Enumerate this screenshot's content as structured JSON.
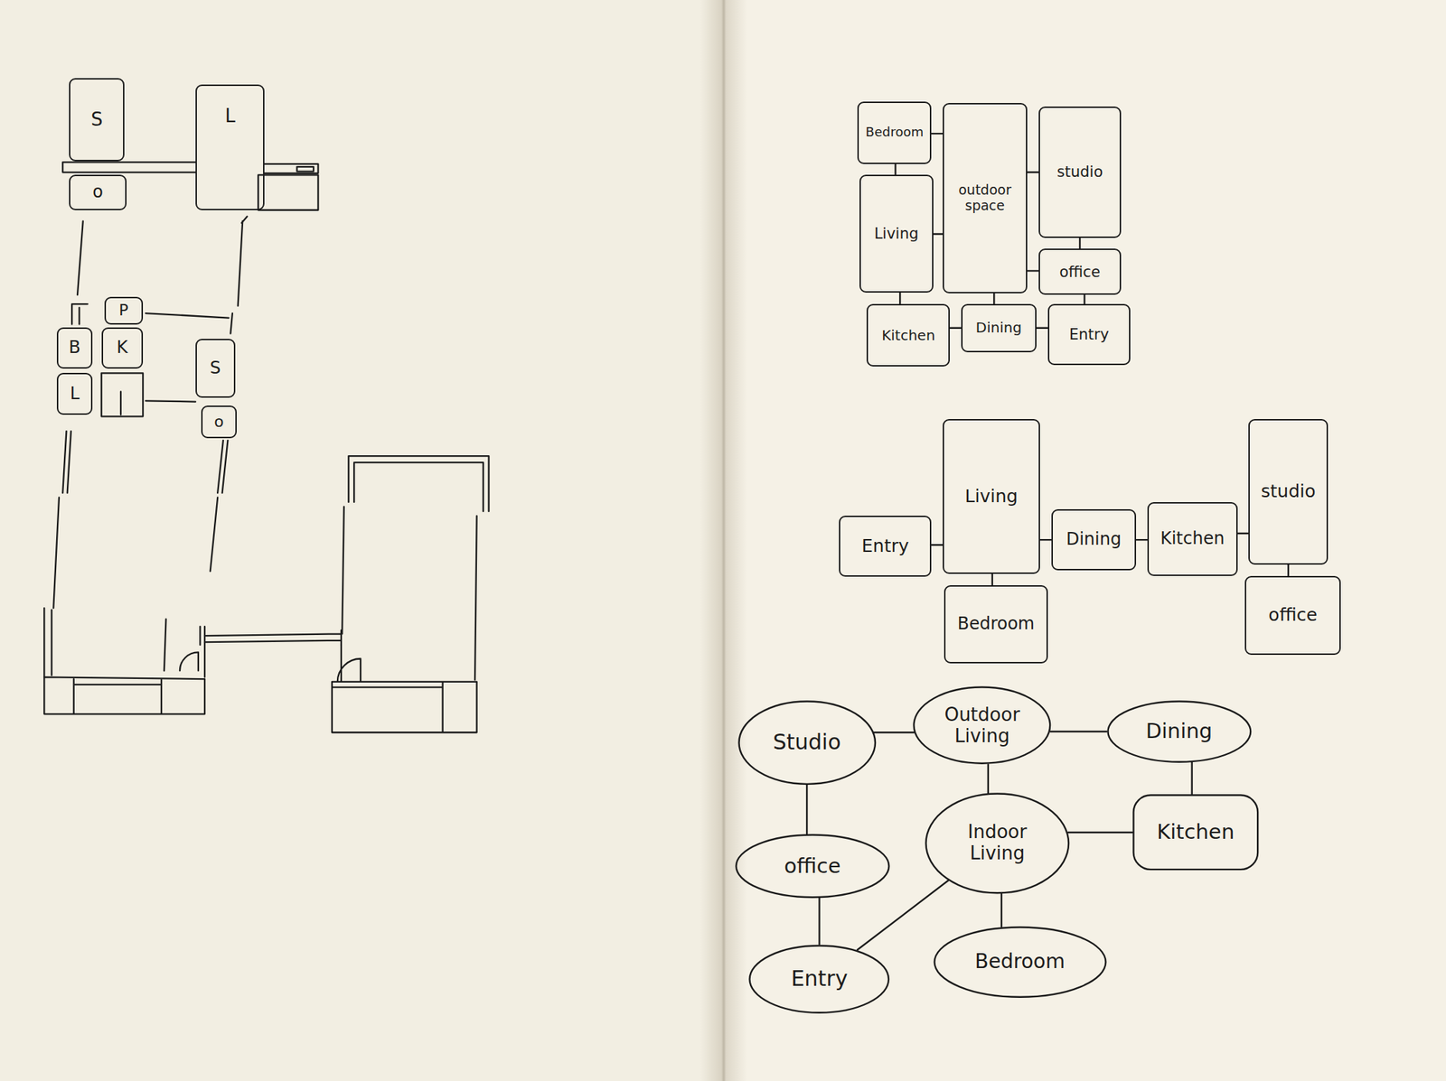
{
  "diagram": {
    "nodes": [
      {
        "text": [
          "S"
        ]
      },
      {
        "text": [
          "L"
        ]
      },
      {
        "text": [
          "o"
        ]
      },
      {
        "text": [
          "P"
        ]
      },
      {
        "text": [
          "B"
        ]
      },
      {
        "text": [
          "K"
        ]
      },
      {
        "text": [
          "S"
        ]
      },
      {
        "text": [
          "L"
        ]
      },
      {
        "text": [
          "o"
        ]
      },
      {
        "text": [
          "Bedroom"
        ]
      },
      {
        "text": [
          "outdoor space"
        ]
      },
      {
        "text": [
          "studio"
        ]
      },
      {
        "text": [
          "Living"
        ]
      },
      {
        "text": [
          "office"
        ]
      },
      {
        "text": [
          "Kitchen"
        ]
      },
      {
        "text": [
          "Dining"
        ]
      },
      {
        "text": [
          "Entry"
        ]
      },
      {
        "text": [
          "Living"
        ]
      },
      {
        "text": [
          "studio"
        ]
      },
      {
        "text": [
          "Entry"
        ]
      },
      {
        "text": [
          "Dining"
        ]
      },
      {
        "text": [
          "Kitchen"
        ]
      },
      {
        "text": [
          "Bedroom"
        ]
      },
      {
        "text": [
          "office"
        ]
      },
      {
        "text": [
          "Studio"
        ]
      },
      {
        "text": [
          "Outdoor Living"
        ]
      },
      {
        "text": [
          "Dining"
        ]
      },
      {
        "text": [
          "office"
        ]
      },
      {
        "text": [
          "Indoor Living"
        ]
      },
      {
        "text": [
          "Kitchen"
        ]
      },
      {
        "text": [
          "Entry"
        ]
      },
      {
        "text": [
          "Bedroom"
        ]
      }
    ],
    "edges": [
      {
        "from": 9,
        "to": 10,
        "arrow": "none"
      },
      {
        "from": 9,
        "to": 12,
        "arrow": "none"
      },
      {
        "from": 12,
        "to": 10,
        "arrow": "none"
      },
      {
        "from": 11,
        "to": 10,
        "arrow": "none"
      },
      {
        "from": 11,
        "to": 13,
        "arrow": "none"
      },
      {
        "from": 13,
        "to": 10,
        "arrow": "none"
      },
      {
        "from": 12,
        "to": 14,
        "arrow": "none"
      },
      {
        "from": 10,
        "to": 15,
        "arrow": "none"
      },
      {
        "from": 14,
        "to": 15,
        "arrow": "none"
      },
      {
        "from": 15,
        "to": 16,
        "arrow": "none"
      },
      {
        "from": 13,
        "to": 16,
        "arrow": "none"
      },
      {
        "from": 19,
        "to": 17,
        "arrow": "none"
      },
      {
        "from": 17,
        "to": 20,
        "arrow": "none"
      },
      {
        "from": 20,
        "to": 21,
        "arrow": "none"
      },
      {
        "from": 21,
        "to": 18,
        "arrow": "none"
      },
      {
        "from": 17,
        "to": 22,
        "arrow": "none"
      },
      {
        "from": 18,
        "to": 23,
        "arrow": "none"
      },
      {
        "from": 24,
        "to": 25,
        "arrow": "none"
      },
      {
        "from": 25,
        "to": 26,
        "arrow": "none"
      },
      {
        "from": 24,
        "to": 27,
        "arrow": "none"
      },
      {
        "from": 25,
        "to": 28,
        "arrow": "none"
      },
      {
        "from": 26,
        "to": 29,
        "arrow": "none"
      },
      {
        "from": 28,
        "to": 29,
        "arrow": "none"
      },
      {
        "from": 27,
        "to": 30,
        "arrow": "none"
      },
      {
        "from": 28,
        "to": 30,
        "arrow": "none"
      },
      {
        "from": 28,
        "to": 31,
        "arrow": "none"
      }
    ]
  }
}
